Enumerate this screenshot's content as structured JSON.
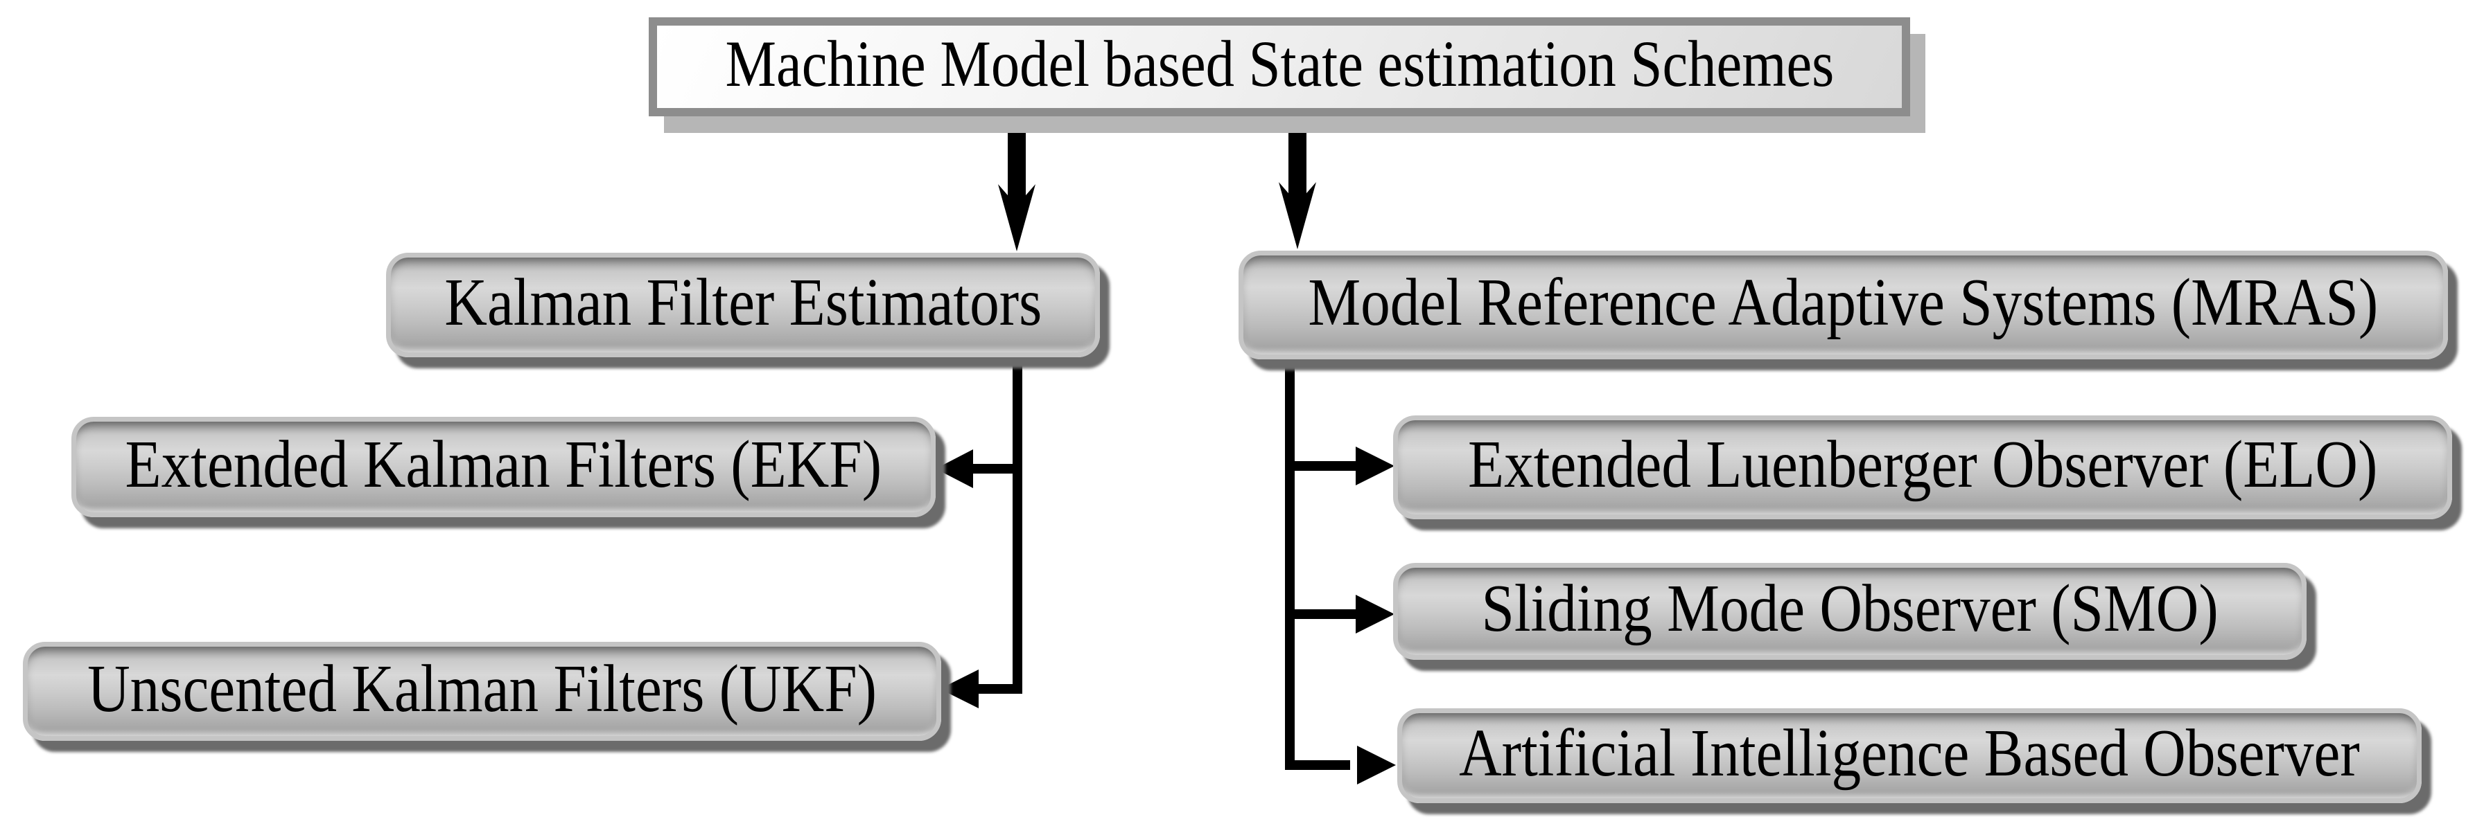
{
  "diagram": {
    "root": {
      "label": "Machine Model based State estimation Schemes"
    },
    "left": {
      "parent": {
        "label": "Kalman Filter Estimators"
      },
      "children": [
        {
          "label": "Extended Kalman Filters (EKF)"
        },
        {
          "label": "Unscented Kalman Filters (UKF)"
        }
      ]
    },
    "right": {
      "parent": {
        "label": "Model Reference Adaptive Systems (MRAS)"
      },
      "children": [
        {
          "label": "Extended Luenberger Observer (ELO)"
        },
        {
          "label": "Sliding Mode Observer (SMO)"
        },
        {
          "label": "Artificial Intelligence Based Observer"
        }
      ]
    },
    "edges": [
      {
        "from": "Machine Model based State estimation Schemes",
        "to": "Kalman Filter Estimators"
      },
      {
        "from": "Machine Model based State estimation Schemes",
        "to": "Model Reference Adaptive Systems (MRAS)"
      },
      {
        "from": "Kalman Filter Estimators",
        "to": "Extended Kalman Filters (EKF)"
      },
      {
        "from": "Kalman Filter Estimators",
        "to": "Unscented Kalman Filters (UKF)"
      },
      {
        "from": "Model Reference Adaptive Systems (MRAS)",
        "to": "Extended Luenberger Observer (ELO)"
      },
      {
        "from": "Model Reference Adaptive Systems (MRAS)",
        "to": "Sliding Mode Observer (SMO)"
      },
      {
        "from": "Model Reference Adaptive Systems (MRAS)",
        "to": "Artificial Intelligence Based Observer"
      }
    ],
    "colors": {
      "background": "#ffffff",
      "connector": "#000000",
      "node_border": "#c5c5c5",
      "node_fill_light": "#d8d8d8",
      "node_fill_dark": "#a2a2a2",
      "node_shadow": "#6b6b6b",
      "root_border": "#8d8d8d",
      "root_fill_light": "#ffffff",
      "root_fill_dark": "#d8d8d8",
      "root_shadow": "#b6b6b6",
      "text": "#000000"
    }
  }
}
